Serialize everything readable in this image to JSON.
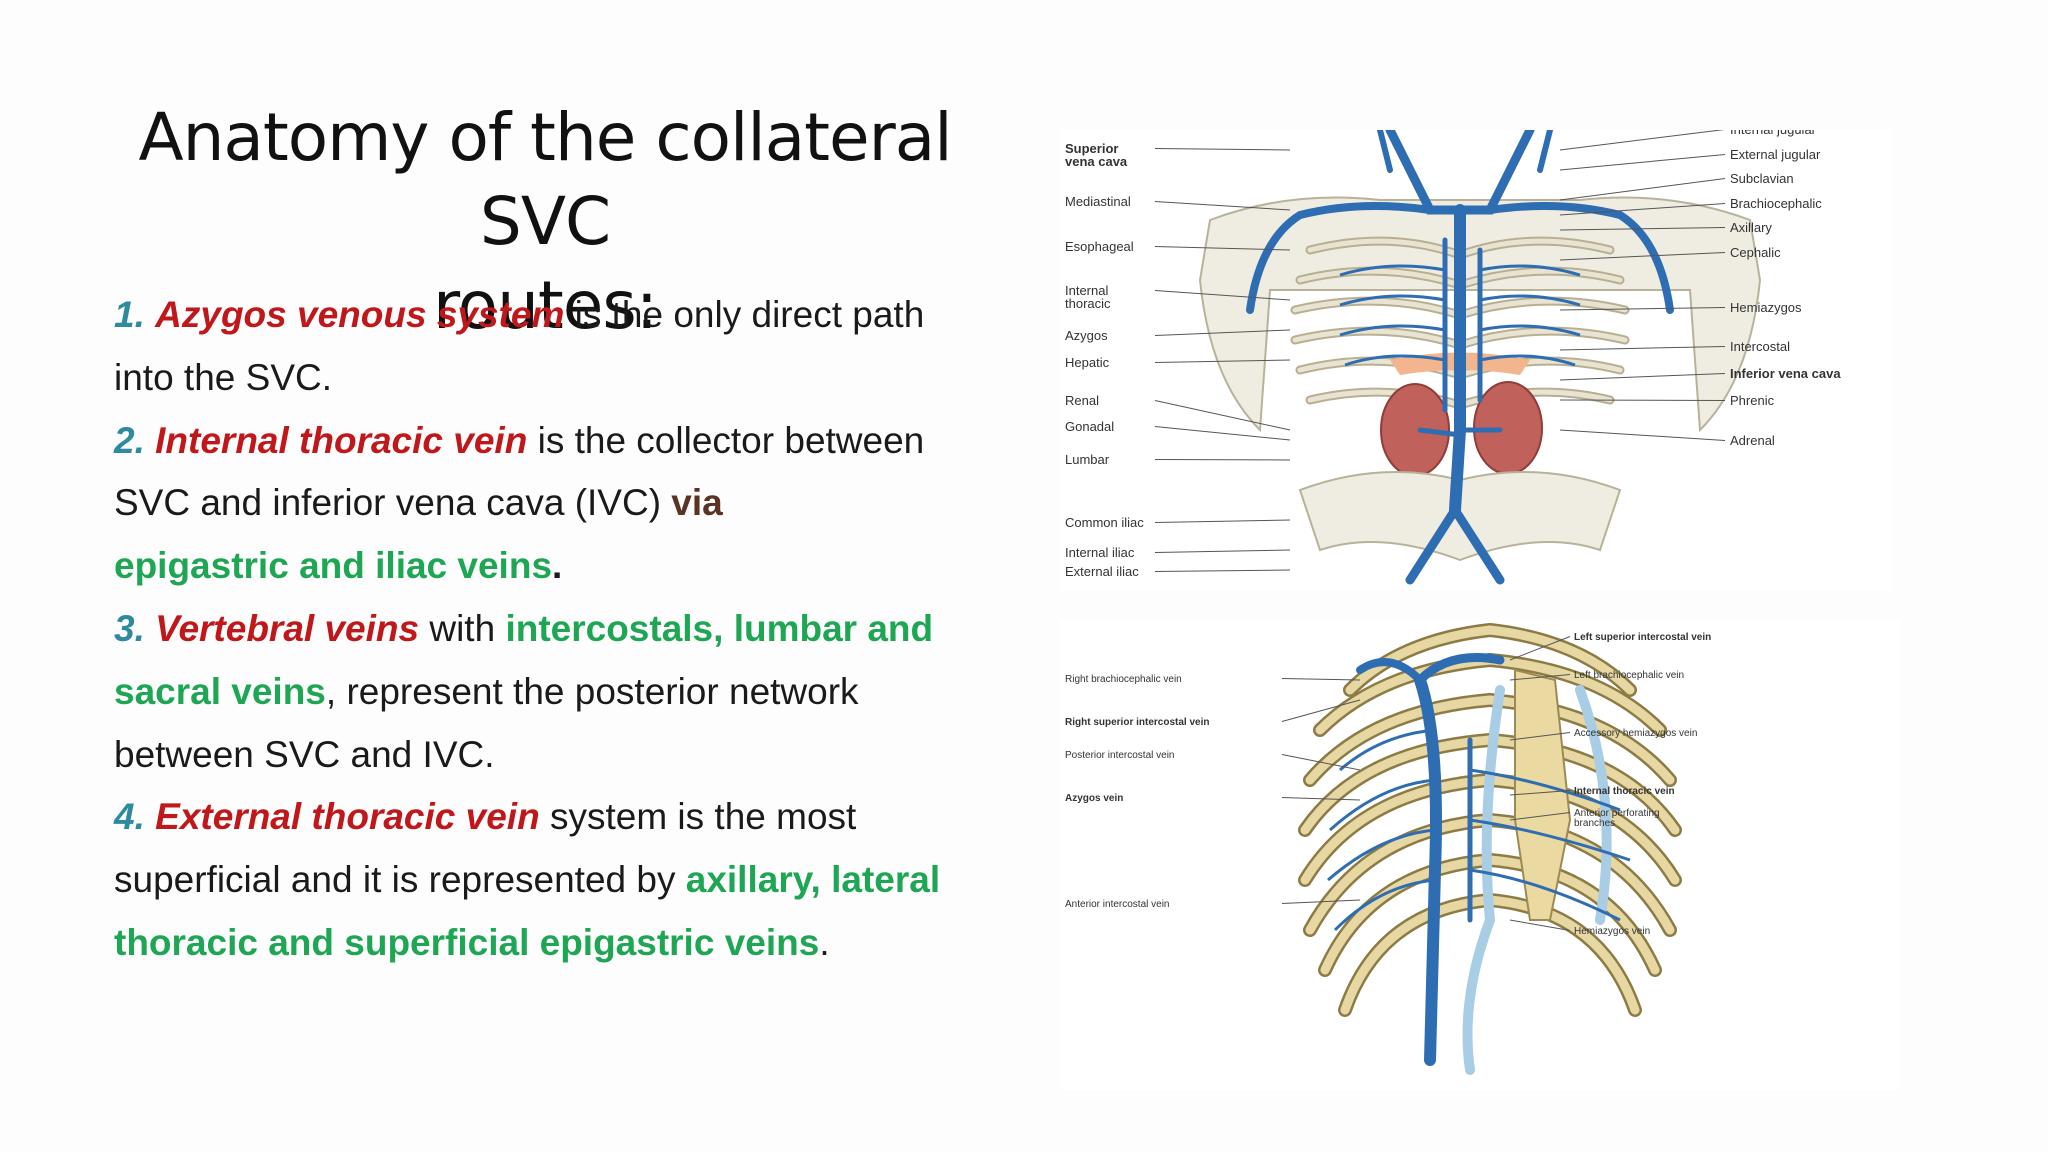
{
  "slide": {
    "title_line1": "Anatomy of the collateral SVC",
    "title_line2": "routes:"
  },
  "items": [
    {
      "num": "1.",
      "term": "Azygos venous system",
      "text": " is the only direct path into the SVC."
    },
    {
      "num": "2.",
      "term": "Internal thoracic vein",
      "text_a": " is the collector between SVC and inferior vena cava (IVC) ",
      "via": "via",
      "green": "epigastric and iliac veins",
      "end": "."
    },
    {
      "num": "3.",
      "term": "Vertebral veins",
      "text_a": " with ",
      "green": "intercostals, lumbar and sacral veins",
      "text_b": ", represent the posterior network between SVC and IVC."
    },
    {
      "num": "4.",
      "term": "External thoracic vein",
      "text_a": " system is the most superficial and it is represented by ",
      "green": "axillary, lateral thoracic and superficial epigastric veins",
      "end": "."
    }
  ],
  "figure1": {
    "left_labels": [
      "Superior\nvena cava",
      "Mediastinal",
      "Esophageal",
      "Internal\nthoracic",
      "Azygos",
      "Hepatic",
      "Renal",
      "Gonadal",
      "Lumbar",
      "Common iliac",
      "Internal iliac",
      "External iliac"
    ],
    "right_labels": [
      "Internal jugular",
      "External jugular",
      "Subclavian",
      "Brachiocephalic",
      "Axillary",
      "Cephalic",
      "Hemiazygos",
      "Intercostal",
      "Inferior vena cava",
      "Phrenic",
      "Adrenal"
    ]
  },
  "figure2": {
    "left_labels": [
      "Right brachiocephalic vein",
      "Right superior intercostal vein",
      "Posterior intercostal vein",
      "Azygos vein",
      "Anterior intercostal vein"
    ],
    "right_labels": [
      "Left superior intercostal vein",
      "Left brachiocephalic vein",
      "Accessory hemiazygos vein",
      "Internal thoracic vein",
      "Anterior perforating\nbranches",
      "Hemiazygos vein"
    ]
  },
  "colors": {
    "title": "#111111",
    "number": "#2e8a9e",
    "term": "#c0171b",
    "green": "#1fa654",
    "via": "#5b3322",
    "vein": "#2f6db3",
    "bone": "#ece7d6",
    "kidney": "#c0615c"
  }
}
